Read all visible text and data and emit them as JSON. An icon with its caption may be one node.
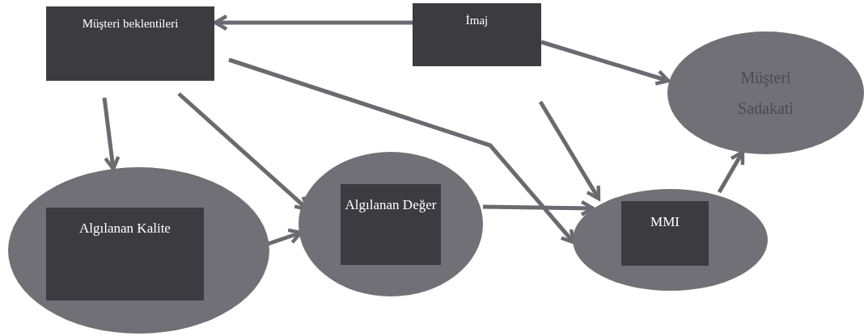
{
  "diagram": {
    "nodes": [
      {
        "text": [
          "Müşteri beklentileri"
        ]
      },
      {
        "text": [
          "İmaj"
        ]
      },
      {
        "text": [
          "Müşteri Sadakati"
        ]
      },
      {
        "text": [
          "Algılanan Kalite"
        ]
      },
      {
        "text": [
          "Algılanan Değer"
        ]
      },
      {
        "text": [
          "MMI"
        ]
      }
    ],
    "edges": [
      {
        "from": 1,
        "to": 0,
        "arrow": "to"
      },
      {
        "from": 0,
        "to": 3,
        "arrow": "to"
      },
      {
        "from": 0,
        "to": 4,
        "arrow": "to"
      },
      {
        "from": 0,
        "to": 5,
        "arrow": "to"
      },
      {
        "from": 3,
        "to": 4,
        "arrow": "to"
      },
      {
        "from": 4,
        "to": 5,
        "arrow": "to"
      },
      {
        "from": 1,
        "to": 5,
        "arrow": "to"
      },
      {
        "from": 1,
        "to": 2,
        "arrow": "to"
      },
      {
        "from": 5,
        "to": 2,
        "arrow": "to"
      }
    ]
  }
}
